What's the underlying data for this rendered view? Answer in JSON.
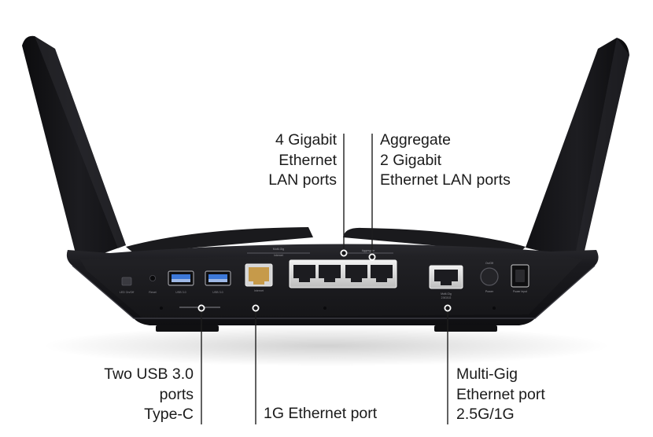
{
  "callouts": {
    "lan4": {
      "lines": [
        "4 Gigabit",
        "Ethernet",
        "LAN ports"
      ]
    },
    "aggregate": {
      "lines": [
        "Aggregate",
        "2 Gigabit",
        "Ethernet LAN ports"
      ]
    },
    "usb": {
      "lines": [
        "Two USB 3.0",
        "ports",
        "Type-C"
      ]
    },
    "eth1g": {
      "lines": [
        "1G Ethernet port"
      ]
    },
    "multigig": {
      "lines": [
        "Multi-Gig",
        "Ethernet port",
        "2.5G/1G"
      ]
    }
  },
  "device_markings": {
    "top_label_left": "Multi-Gig",
    "top_label_left_2": "Internet",
    "top_label_right": "Aggregate",
    "led_switch": "LED On/Off",
    "reset": "Reset",
    "usb_1": "USB 3.0",
    "usb_2": "USB 3.0",
    "internet": "Internet",
    "multigig_port": "Multi-Gig",
    "multigig_speed": "2.5G/1G",
    "power": "Power",
    "power_onoff": "On/Off",
    "dc_in": "Power Input"
  },
  "colors": {
    "body": "#17171a",
    "panel": "#1d1d21",
    "port": "#d9d9d9",
    "usb_blue": "#3c78d8",
    "accent_line": "#ffffff",
    "text": "#1b1b1b"
  }
}
